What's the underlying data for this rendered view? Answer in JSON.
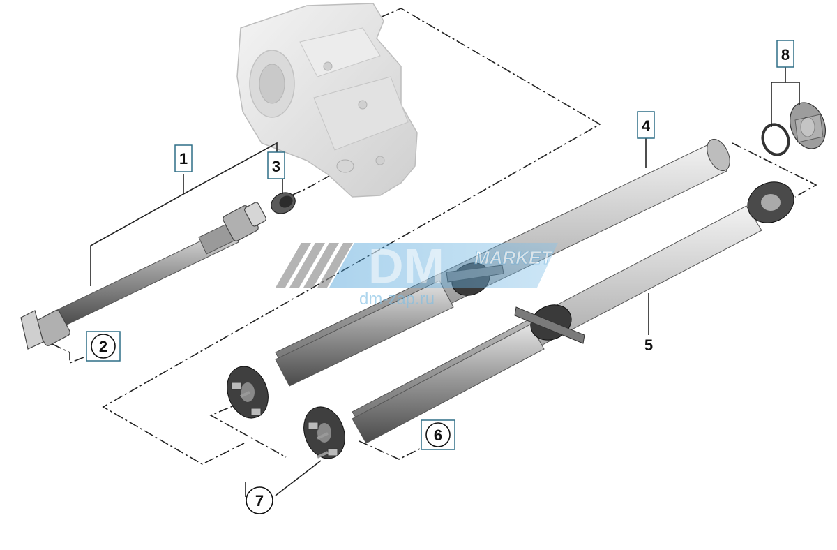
{
  "callouts": {
    "c1": "1",
    "c2": "2",
    "c3": "3",
    "c4": "4",
    "c5": "5",
    "c6": "6",
    "c7": "7",
    "c8": "8"
  },
  "watermark": {
    "logo_main": "DM",
    "logo_sub": "MARKET",
    "url": "dm-zap.ru"
  },
  "colors": {
    "shaft_dark": "#6e6e6e",
    "shaft_light": "#c8c8c8",
    "housing": "#e6e6e6",
    "callout_box": "#2f6f87",
    "watermark_blue": "#4aa3d8"
  }
}
